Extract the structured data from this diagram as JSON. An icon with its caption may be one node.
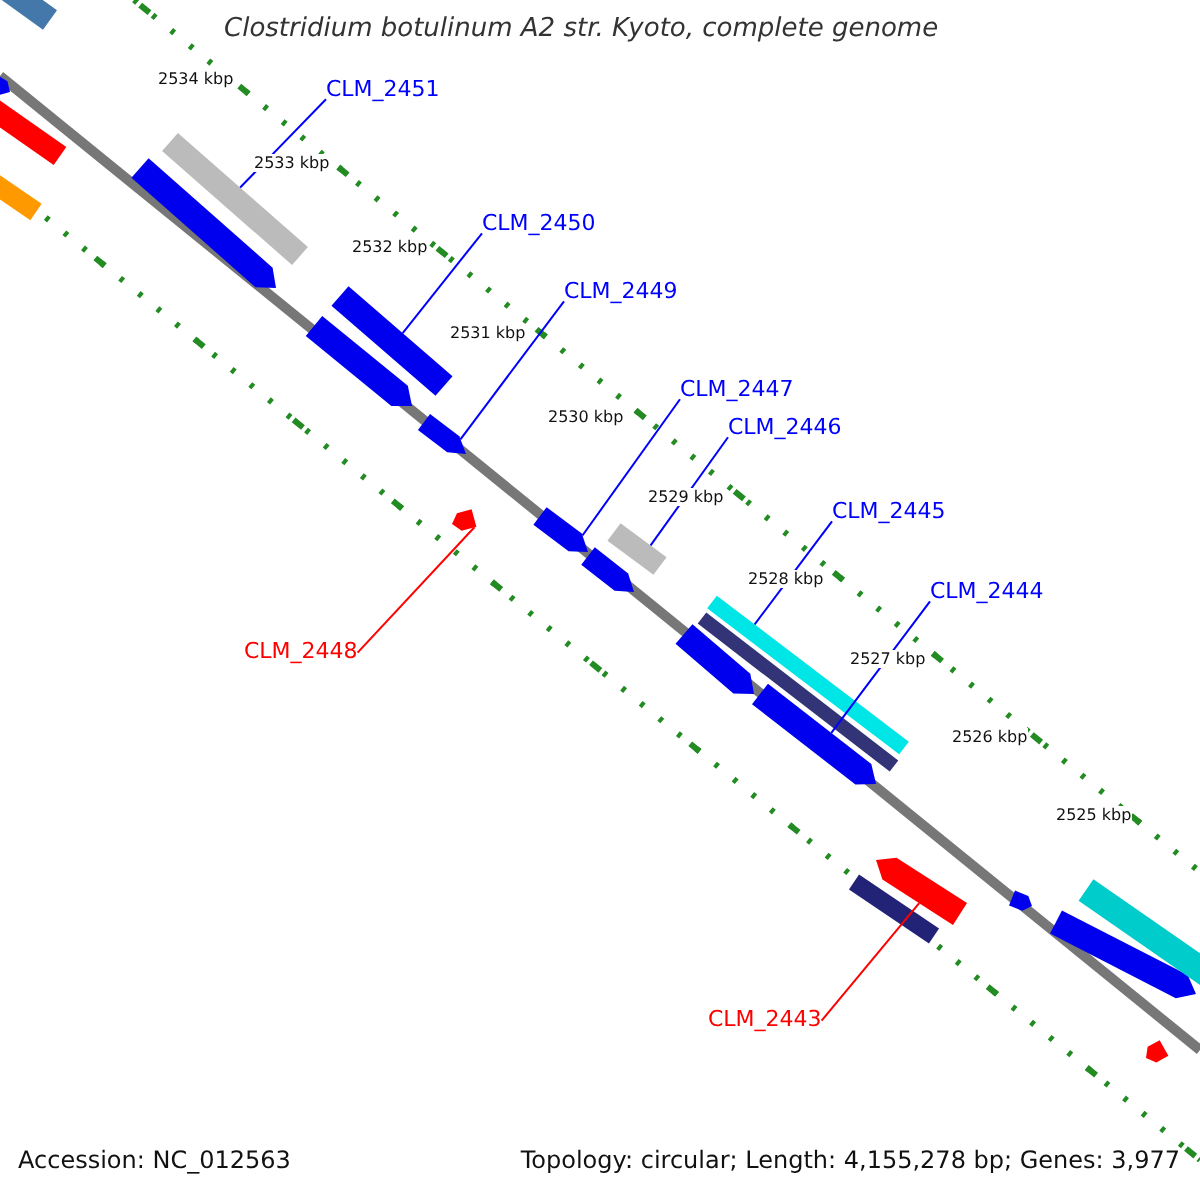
{
  "diagram": {
    "title": "Clostridium botulinum A2 str. Kyoto, complete genome",
    "nodes": [
      {
        "text": [
          "CLM_2451"
        ]
      },
      {
        "text": [
          "CLM_2450"
        ]
      },
      {
        "text": [
          "CLM_2449"
        ]
      },
      {
        "text": [
          "CLM_2447"
        ]
      },
      {
        "text": [
          "CLM_2446"
        ]
      },
      {
        "text": [
          "CLM_2445"
        ]
      },
      {
        "text": [
          "CLM_2444"
        ]
      },
      {
        "text": [
          "CLM_2448"
        ]
      },
      {
        "text": [
          "CLM_2443"
        ]
      },
      {
        "text": [],
        "shape": "bar"
      },
      {
        "text": [],
        "shape": "bar"
      },
      {
        "text": [],
        "shape": "bar"
      },
      {
        "text": [],
        "shape": "bar"
      },
      {
        "text": [],
        "shape": "bar"
      },
      {
        "text": [],
        "shape": "bar"
      },
      {
        "text": [],
        "shape": "bar"
      },
      {
        "text": [],
        "shape": "bar"
      },
      {
        "text": [],
        "shape": "bar"
      },
      {
        "text": [],
        "shape": "bar"
      },
      {
        "text": [],
        "shape": "bar"
      },
      {
        "text": [],
        "shape": "bar"
      },
      {
        "text": [],
        "shape": "bar"
      },
      {
        "text": [],
        "shape": "bar"
      },
      {
        "text": [],
        "shape": "bar"
      },
      {
        "text": [],
        "shape": "bar"
      },
      {
        "text": [],
        "shape": "bar"
      },
      {
        "text": [],
        "shape": "bar"
      },
      {
        "text": [],
        "shape": "bar"
      },
      {
        "text": [],
        "shape": "bar"
      },
      {
        "text": [],
        "shape": "bar"
      },
      {
        "text": [],
        "shape": "bar"
      },
      {
        "text": [],
        "shape": "bar"
      }
    ],
    "edges": [
      {
        "from": 0,
        "to": 14,
        "arrow": "none"
      },
      {
        "from": 1,
        "to": 16,
        "arrow": "none"
      },
      {
        "from": 2,
        "to": 17,
        "arrow": "none"
      },
      {
        "from": 3,
        "to": 19,
        "arrow": "none"
      },
      {
        "from": 4,
        "to": 21,
        "arrow": "none"
      },
      {
        "from": 5,
        "to": 24,
        "arrow": "none"
      },
      {
        "from": 6,
        "to": 25,
        "arrow": "none"
      },
      {
        "from": 7,
        "to": 18,
        "arrow": "none",
        "color": "#ff0000"
      },
      {
        "from": 8,
        "to": 27,
        "arrow": "none",
        "color": "#ff0000"
      }
    ],
    "labels": [
      "2534 kbp",
      "2533 kbp",
      "2532 kbp",
      "2531 kbp",
      "2530 kbp",
      "2529 kbp",
      "2528 kbp",
      "2527 kbp",
      "2526 kbp",
      "2525 kbp",
      "Accession: NC_012563",
      "Topology: circular; Length: 4,155,278 bp; Genes: 3,977"
    ]
  }
}
